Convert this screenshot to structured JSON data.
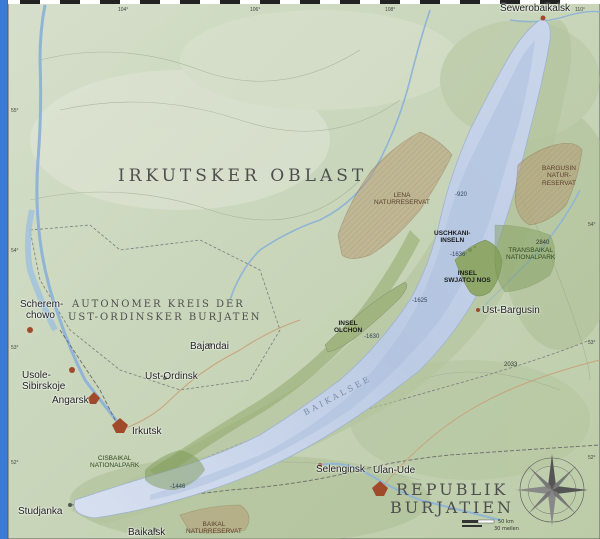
{
  "map": {
    "regions": {
      "irkutsk": "IRKUTSKER OBLAST",
      "ust_ordinsk_line1": "AUTONOMER KREIS DER",
      "ust_ordinsk_line2": "UST-ORDINSKER BURJATEN",
      "buryatia_line1": "REPUBLIK",
      "buryatia_line2": "BURJATIEN"
    },
    "towns": {
      "sewerobaikalsk": "Sewerobaikalsk",
      "scheremchowo_1": "Scherem-",
      "scheremchowo_2": "chowo",
      "usolje_1": "Usole-",
      "usolje_2": "Sibirskoje",
      "angarsk": "Angarsk",
      "irkutsk": "Irkutsk",
      "ust_ordinsk": "Ust-Ordinsk",
      "bajandai": "Bajandai",
      "ust_bargusin": "Ust-Bargusin",
      "selenginsk": "Selenginsk",
      "ulan_ude": "Ulan-Ude",
      "studjanka": "Studjanka",
      "baikalsk": "Baikalsk"
    },
    "reserves": {
      "lena_1": "LENA",
      "lena_2": "NATURRESERVAT",
      "bargusin_1": "BARGUSIN",
      "bargusin_2": "NATUR-",
      "bargusin_3": "RESERVAT",
      "transbaikal_1": "TRANSBAIKAL",
      "transbaikal_2": "NATIONALPARK",
      "cisbaikal_1": "CISBAIKAL",
      "cisbaikal_2": "NATIONALPARK",
      "baikal_1": "BAIKAL",
      "baikal_2": "NATURRESERVAT"
    },
    "islands": {
      "uschkani_1": "USCHKANI-",
      "uschkani_2": "INSELN",
      "swjatoj_1": "INSEL",
      "swjatoj_2": "SWJATOJ NOS",
      "olchon_1": "INSEL",
      "olchon_2": "OLCHON"
    },
    "depths": {
      "north": "-920",
      "middle": "-1636",
      "central": "-1625",
      "olchon": "-1630",
      "south": "-1446",
      "north_peak": "2840",
      "east_peak": "2033"
    },
    "coast_label": "BAIKALSEE",
    "scale": {
      "km": "50 km",
      "miles": "30 meilen"
    },
    "graticule": {
      "top": [
        "104°",
        "106°",
        "108°",
        "110°"
      ],
      "left": [
        "55°",
        "54°",
        "53°",
        "52°"
      ],
      "right": [
        "54°",
        "53°",
        "52°"
      ]
    },
    "colors": {
      "lake": "#c3d0e6",
      "land": "#c9d6bc",
      "lowland": "#b8c9a4",
      "reserve": "#b69a72",
      "park": "#8fa86a",
      "town": "#a04a2c",
      "river": "#8fb4d6"
    }
  }
}
